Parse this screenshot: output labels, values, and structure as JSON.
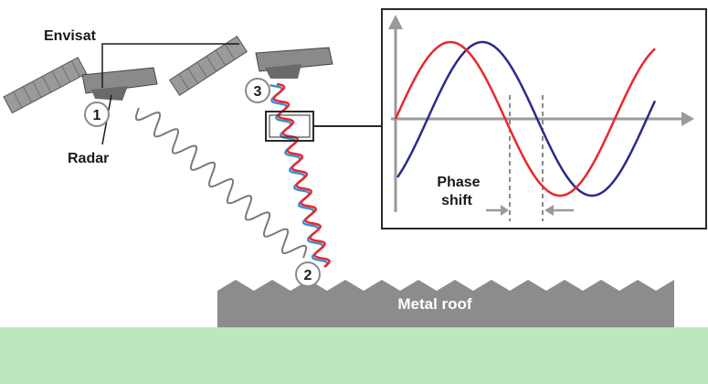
{
  "labels": {
    "satellite": "Envisat",
    "radar": "Radar",
    "roof": "Metal roof",
    "phase_line1": "Phase",
    "phase_line2": "shift"
  },
  "steps": [
    "1",
    "2",
    "3"
  ],
  "colors": {
    "ground": "#bce8bd",
    "roof": "#8c8c8c",
    "wave_emitted": "#7a7a7a",
    "wave_red": "#e8282e",
    "wave_blue": "#2a2a8c",
    "wave_light_blue": "#3a8fd6",
    "inset_axes": "#9a9a9a"
  },
  "icons": [
    "satellite-icon",
    "satellite-icon"
  ]
}
